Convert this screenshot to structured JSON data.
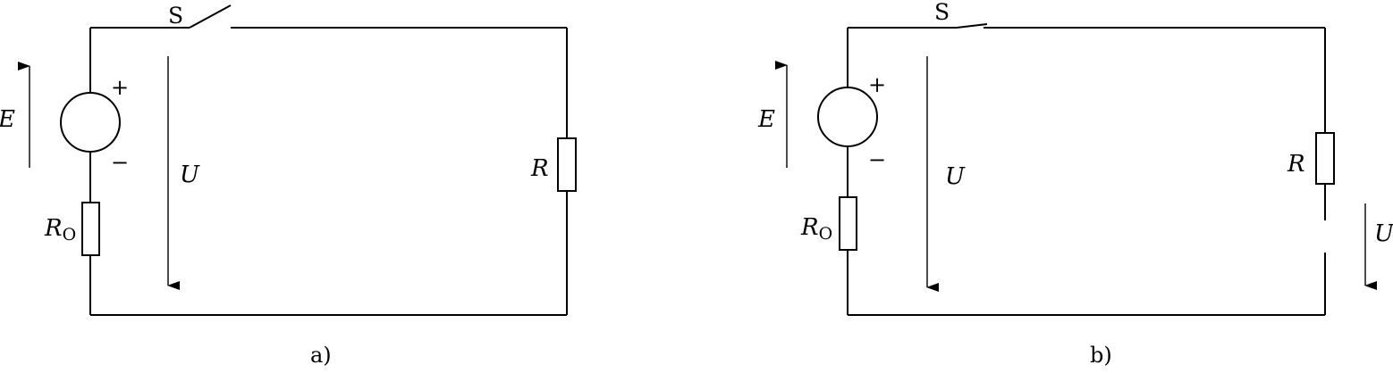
{
  "diagram_a": {
    "switch_label": "S",
    "emf_label": "E",
    "plus_sign": "+",
    "minus_sign": "−",
    "voltage_label": "U",
    "load_label": "R",
    "internal_resistor_label": "R",
    "internal_resistor_subscript": "O",
    "caption": "a)"
  },
  "diagram_b": {
    "switch_label": "S",
    "emf_label": "E",
    "plus_sign": "+",
    "minus_sign": "−",
    "voltage_label_main": "U",
    "voltage_label_gap": "U",
    "load_label": "R",
    "internal_resistor_label": "R",
    "internal_resistor_subscript": "O",
    "caption": "b)"
  }
}
